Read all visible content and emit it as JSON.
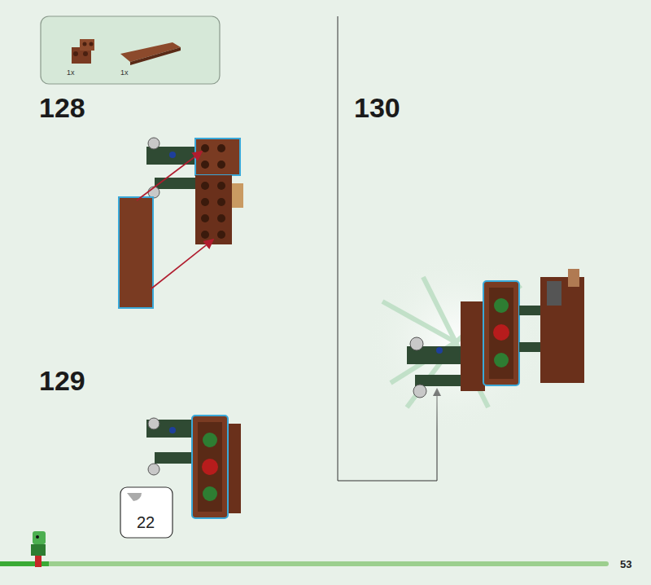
{
  "diagram": {
    "labels": [
      "1x",
      "1x",
      "128",
      "129",
      "130",
      "22",
      "53"
    ]
  }
}
